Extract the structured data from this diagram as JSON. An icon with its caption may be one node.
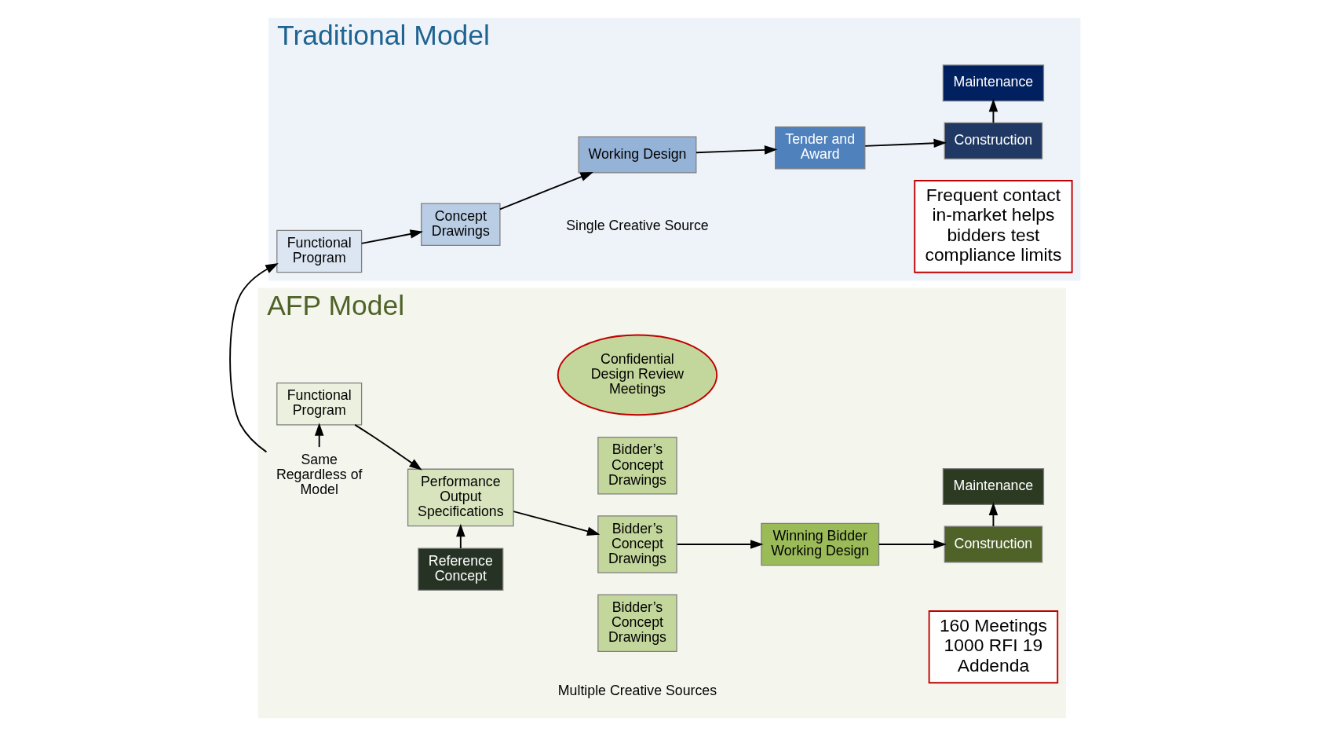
{
  "diagram": {
    "nodes": [
      {
        "text": [
          "Traditional Model"
        ]
      },
      {
        "text": [
          "Functional Program"
        ],
        "in": 0
      },
      {
        "text": [
          "Concept Drawings"
        ],
        "in": 0
      },
      {
        "text": [
          "Working Design"
        ],
        "in": 0
      },
      {
        "text": [
          "Tender and Award"
        ],
        "in": 0
      },
      {
        "text": [
          "Construction"
        ],
        "in": 0
      },
      {
        "text": [
          "Maintenance"
        ],
        "in": 0
      },
      {
        "text": [
          "Frequent contact in-market helps bidders test compliance limits"
        ],
        "in": 0
      },
      {
        "text": [
          "AFP Model"
        ]
      },
      {
        "text": [
          "Same Regardless of Model"
        ],
        "in": 8
      },
      {
        "text": [
          "Functional Program"
        ],
        "in": 8
      },
      {
        "text": [
          "Performance Output Specifications"
        ],
        "in": 8
      },
      {
        "text": [
          "Reference Concept"
        ],
        "in": 8
      },
      {
        "text": [
          "Bidder’s Concept Drawings"
        ],
        "in": 8
      },
      {
        "text": [
          "Bidder’s Concept Drawings"
        ],
        "in": 8
      },
      {
        "text": [
          "Bidder’s Concept Drawings"
        ],
        "in": 8
      },
      {
        "text": [
          "Confidential Design Review Meetings"
        ],
        "in": 8
      },
      {
        "text": [
          "Winning Bidder Working Design"
        ],
        "in": 8
      },
      {
        "text": [
          "Construction"
        ],
        "in": 8
      },
      {
        "text": [
          "Maintenance"
        ],
        "in": 8
      },
      {
        "text": [
          "160 Meetings 1000 RFI 19 Addenda"
        ],
        "in": 8
      }
    ],
    "edges": [
      {
        "from": 1,
        "to": 2,
        "arrow": "to"
      },
      {
        "from": 2,
        "to": 3,
        "arrow": "to"
      },
      {
        "from": 3,
        "to": 4,
        "arrow": "to"
      },
      {
        "from": 4,
        "to": 5,
        "arrow": "to"
      },
      {
        "from": 5,
        "to": 6,
        "arrow": "to"
      },
      {
        "from": 9,
        "to": 1,
        "arrow": "to"
      },
      {
        "from": 9,
        "to": 10,
        "arrow": "to"
      },
      {
        "from": 10,
        "to": 11,
        "arrow": "to"
      },
      {
        "from": 12,
        "to": 11,
        "arrow": "to"
      },
      {
        "from": 11,
        "to": 14,
        "arrow": "to"
      },
      {
        "from": 14,
        "to": 17,
        "arrow": "to"
      },
      {
        "from": 17,
        "to": 18,
        "arrow": "to"
      },
      {
        "from": 18,
        "to": 19,
        "arrow": "to"
      }
    ],
    "labels": [
      "Single Creative Source",
      "Multiple Creative Sources"
    ]
  }
}
